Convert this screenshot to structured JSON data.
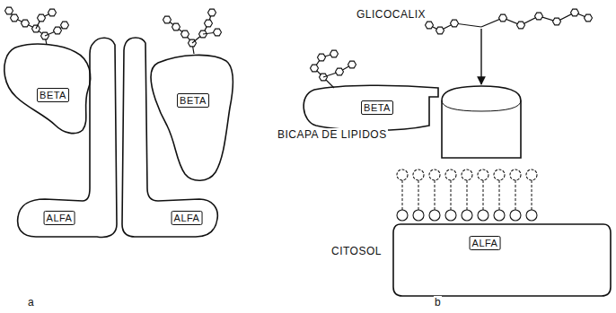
{
  "diagram": {
    "nodes": [
      {
        "text": [
          "BETA"
        ]
      },
      {
        "text": [
          "ALFA"
        ]
      },
      {
        "text": [
          "BETA"
        ]
      },
      {
        "text": [
          "ALFA"
        ]
      },
      {
        "text": [
          "BETA"
        ]
      },
      {
        "text": [
          "ALFA"
        ]
      }
    ],
    "labels": [
      "GLICOCALIX",
      "BICAPA DE LIPIDOS",
      "CITOSOL",
      "a",
      "b"
    ]
  }
}
